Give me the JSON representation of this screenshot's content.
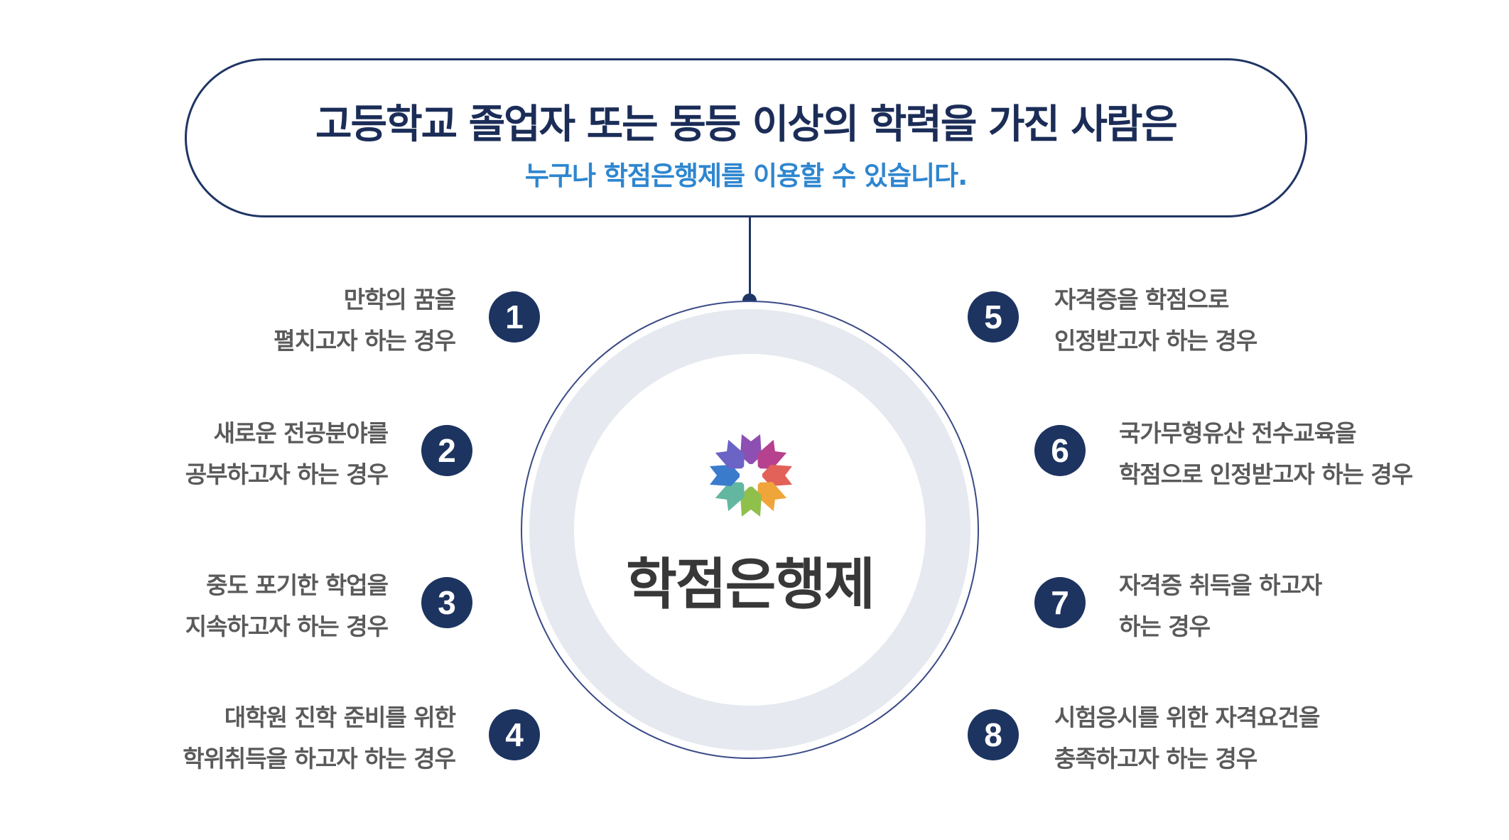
{
  "banner": {
    "title": "고등학교 졸업자 또는 동등 이상의 학력을 가진 사람은",
    "subtitle": "누구나 학점은행제를 이용할 수 있습니다."
  },
  "center": {
    "title": "학점은행제",
    "logo_icon": "flower-logo-icon",
    "logo_colors": [
      "#8e4fb3",
      "#b6418f",
      "#e2625a",
      "#f0a53b",
      "#8fc04b",
      "#63b6a0",
      "#3a7bcc",
      "#6b63c6"
    ]
  },
  "colors": {
    "navy": "#1d3461",
    "accent_blue": "#2e86cf",
    "ring_gray": "#e6e9ef"
  },
  "cases": [
    {
      "number": "1",
      "line1": "만학의 꿈을",
      "line2": "펼치고자 하는 경우"
    },
    {
      "number": "2",
      "line1": "새로운 전공분야를",
      "line2": "공부하고자 하는 경우"
    },
    {
      "number": "3",
      "line1": "중도 포기한 학업을",
      "line2": "지속하고자 하는 경우"
    },
    {
      "number": "4",
      "line1": "대학원 진학 준비를 위한",
      "line2": "학위취득을 하고자 하는 경우"
    },
    {
      "number": "5",
      "line1": "자격증을 학점으로",
      "line2": "인정받고자 하는 경우"
    },
    {
      "number": "6",
      "line1": "국가무형유산 전수교육을",
      "line2": "학점으로 인정받고자 하는 경우"
    },
    {
      "number": "7",
      "line1": "자격증 취득을 하고자",
      "line2": "하는 경우"
    },
    {
      "number": "8",
      "line1": "시험응시를 위한 자격요건을",
      "line2": "충족하고자 하는 경우"
    }
  ]
}
